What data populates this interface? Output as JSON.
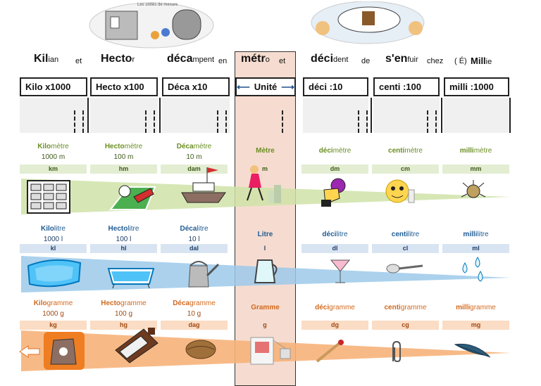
{
  "top_image_caption": "Les unités de mesure",
  "mnemonic": [
    {
      "bold": "Kil",
      "rest": "ian"
    },
    {
      "bold": "",
      "rest": "et"
    },
    {
      "bold": "Hecto",
      "rest": "r"
    },
    {
      "bold": "déca",
      "rest": "mpent"
    },
    {
      "bold": "",
      "rest": "en"
    },
    {
      "bold": "métr",
      "rest": "o"
    },
    {
      "bold": "",
      "rest": "et"
    },
    {
      "bold": "déci",
      "rest": "dent"
    },
    {
      "bold": "",
      "rest": "de"
    },
    {
      "bold": "s'en",
      "rest": "fuir"
    },
    {
      "bold": "",
      "rest": "chez"
    },
    {
      "bold": "",
      "rest": "( É) "
    },
    {
      "bold": "Mill",
      "rest": "ie"
    }
  ],
  "headers": [
    "Kilo  x1000",
    "Hecto  x100",
    "Déca  x10",
    "Unité",
    "déci  :10",
    "centi  :100",
    "milli  :1000"
  ],
  "length": {
    "names": [
      [
        "Kilo",
        "mètre"
      ],
      [
        "Hecto",
        "mètre"
      ],
      [
        "Déca",
        "mètre"
      ],
      [
        "Mètre",
        ""
      ],
      [
        "déci",
        "mètre"
      ],
      [
        "centi",
        "mètre"
      ],
      [
        "milli",
        "mètre"
      ]
    ],
    "values": [
      "1000 m",
      "100 m",
      "10 m",
      "",
      "",
      "",
      ""
    ],
    "symbols": [
      "km",
      "hm",
      "dam",
      "m",
      "dm",
      "cm",
      "mm"
    ]
  },
  "volume": {
    "names": [
      [
        "Kilo",
        "litre"
      ],
      [
        "Hecto",
        "litre"
      ],
      [
        "Déca",
        "litre"
      ],
      [
        "Litre",
        ""
      ],
      [
        "déci",
        "litre"
      ],
      [
        "centi",
        "litre"
      ],
      [
        "milli",
        "litre"
      ]
    ],
    "values": [
      "1000 l",
      "100 l",
      "10 l",
      "",
      "",
      "",
      ""
    ],
    "symbols": [
      "kl",
      "hl",
      "dal",
      "l",
      "dl",
      "cl",
      "ml"
    ]
  },
  "mass": {
    "names": [
      [
        "Kilo",
        "gramme"
      ],
      [
        "Hecto",
        "gramme"
      ],
      [
        "Déca",
        "gramme"
      ],
      [
        "Gramme",
        ""
      ],
      [
        "déci",
        "gramme"
      ],
      [
        "centi",
        "gramme"
      ],
      [
        "milli",
        "gramme"
      ]
    ],
    "values": [
      "1000 g",
      "100 g",
      "10 g",
      "",
      "",
      "",
      ""
    ],
    "symbols": [
      "kg",
      "hg",
      "dag",
      "g",
      "dg",
      "cg",
      "mg"
    ]
  },
  "colors": {
    "length": "#cfe3a8",
    "volume": "#9cc9ea",
    "mass": "#f6b27a",
    "unit_column": "#f6dcd0"
  }
}
